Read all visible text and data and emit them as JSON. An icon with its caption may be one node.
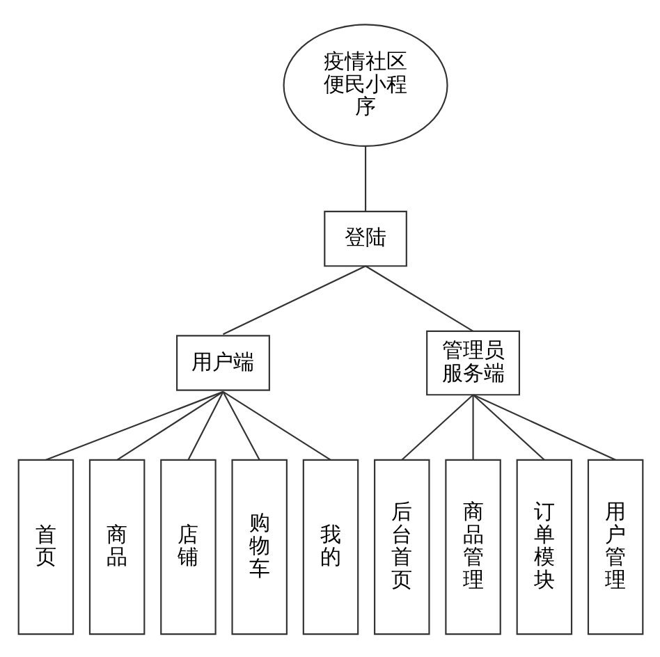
{
  "diagram": {
    "nodes": [
      {
        "text": [
          "疫情社区便民小程序"
        ]
      },
      {
        "text": [
          "登陆"
        ]
      },
      {
        "text": [
          "用户端"
        ]
      },
      {
        "text": [
          "管理员服务端"
        ]
      },
      {
        "text": [
          "首页"
        ]
      },
      {
        "text": [
          "商品"
        ]
      },
      {
        "text": [
          "店铺"
        ]
      },
      {
        "text": [
          "购物车"
        ]
      },
      {
        "text": [
          "我的"
        ]
      },
      {
        "text": [
          "后台首页"
        ]
      },
      {
        "text": [
          "商品管理"
        ]
      },
      {
        "text": [
          "订单模块"
        ]
      },
      {
        "text": [
          "用户管理"
        ]
      }
    ],
    "edges": [
      {
        "from": 0,
        "to": 1,
        "arrow": "none"
      },
      {
        "from": 1,
        "to": 2,
        "arrow": "none"
      },
      {
        "from": 1,
        "to": 3,
        "arrow": "none"
      },
      {
        "from": 2,
        "to": 4,
        "arrow": "none"
      },
      {
        "from": 2,
        "to": 5,
        "arrow": "none"
      },
      {
        "from": 2,
        "to": 6,
        "arrow": "none"
      },
      {
        "from": 2,
        "to": 7,
        "arrow": "none"
      },
      {
        "from": 2,
        "to": 8,
        "arrow": "none"
      },
      {
        "from": 3,
        "to": 9,
        "arrow": "none"
      },
      {
        "from": 3,
        "to": 10,
        "arrow": "none"
      },
      {
        "from": 3,
        "to": 11,
        "arrow": "none"
      },
      {
        "from": 3,
        "to": 12,
        "arrow": "none"
      }
    ]
  }
}
